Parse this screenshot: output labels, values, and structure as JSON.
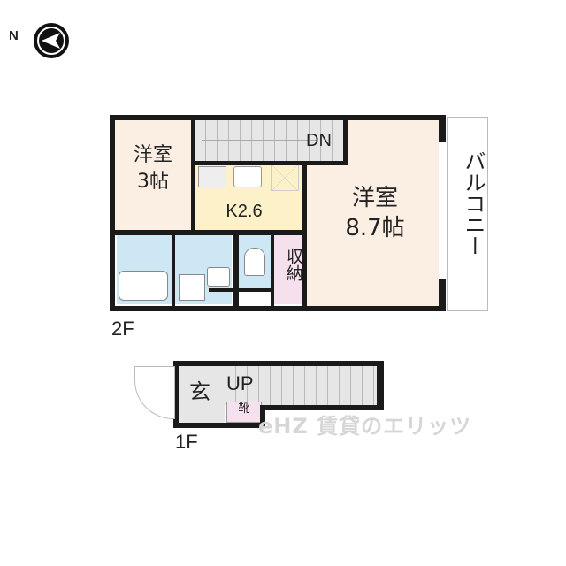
{
  "compass": {
    "letter": "N",
    "icon": "compass-arrow-pointing-left"
  },
  "floors": [
    {
      "label": "2F",
      "rooms": [
        {
          "id": "western-room-3",
          "name": "洋室",
          "size": "3帖",
          "color": "#fbeee2"
        },
        {
          "id": "western-room-8",
          "name": "洋室",
          "size": "8.7帖",
          "color": "#fbeee2"
        },
        {
          "id": "kitchen",
          "name": "K2.6",
          "color": "#fcf1c9"
        },
        {
          "id": "storage",
          "name": "収納",
          "color": "#f5e1ee"
        },
        {
          "id": "bathroom",
          "name": "",
          "color": "#cde8f4"
        },
        {
          "id": "washroom",
          "name": "",
          "color": "#cde8f4"
        },
        {
          "id": "toilet",
          "name": "",
          "color": "#cde8f4"
        },
        {
          "id": "balcony",
          "name": "バルコニー",
          "color": "#ffffff"
        }
      ],
      "stairs": {
        "label": "DN",
        "color": "#e6e6e6"
      }
    },
    {
      "label": "1F",
      "rooms": [
        {
          "id": "entrance",
          "name": "玄",
          "color": "#e6e6e6"
        },
        {
          "id": "shoe-closet",
          "name": "靴",
          "color": "#f5e1ee"
        }
      ],
      "stairs": {
        "label": "UP",
        "color": "#e6e6e6"
      }
    }
  ],
  "watermark": "eHZ 賃貸のエリッツ"
}
